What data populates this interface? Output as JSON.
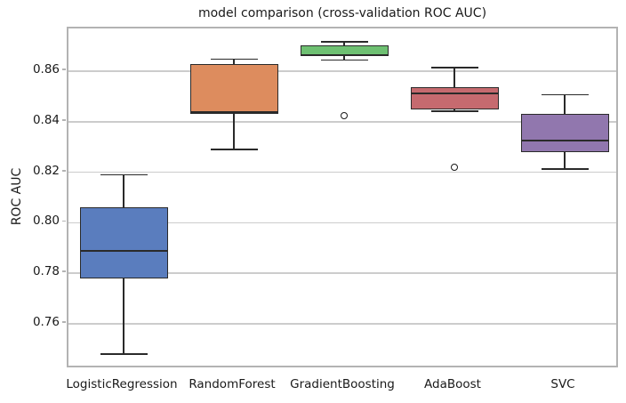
{
  "figure": {
    "title": "model comparison (cross-validation ROC AUC)",
    "ylabel": "ROC AUC"
  },
  "chart_data": {
    "type": "box",
    "title": "model comparison (cross-validation ROC AUC)",
    "xlabel": "",
    "ylabel": "ROC AUC",
    "categories": [
      "LogisticRegression",
      "RandomForest",
      "GradientBoosting",
      "AdaBoost",
      "SVC"
    ],
    "ylim": [
      0.742,
      0.877
    ],
    "yticks": [
      0.76,
      0.78,
      0.8,
      0.82,
      0.84,
      0.86
    ],
    "grid": true,
    "legend": false,
    "boxes": [
      {
        "label": "LogisticRegression",
        "whisker_low": 0.748,
        "q1": 0.778,
        "median": 0.789,
        "q3": 0.806,
        "whisker_high": 0.819,
        "outliers": [],
        "color": "#5a7dbe"
      },
      {
        "label": "RandomForest",
        "whisker_low": 0.829,
        "q1": 0.843,
        "median": 0.8437,
        "q3": 0.863,
        "whisker_high": 0.8648,
        "outliers": [],
        "color": "#dd8c5e"
      },
      {
        "label": "GradientBoosting",
        "whisker_low": 0.8645,
        "q1": 0.866,
        "median": 0.8663,
        "q3": 0.8702,
        "whisker_high": 0.8718,
        "outliers": [
          0.8426
        ],
        "color": "#6ec072"
      },
      {
        "label": "AdaBoost",
        "whisker_low": 0.8443,
        "q1": 0.845,
        "median": 0.8511,
        "q3": 0.8537,
        "whisker_high": 0.8615,
        "outliers": [
          0.822
        ],
        "color": "#c66a6f"
      },
      {
        "label": "SVC",
        "whisker_low": 0.8213,
        "q1": 0.828,
        "median": 0.8325,
        "q3": 0.8433,
        "whisker_high": 0.8507,
        "outliers": [],
        "color": "#9177ae"
      }
    ],
    "style": {
      "grid_color": "#cccccc",
      "spine_color": "#b3b3b3",
      "line_color": "#2a2a2a",
      "background": "#ffffff"
    }
  }
}
